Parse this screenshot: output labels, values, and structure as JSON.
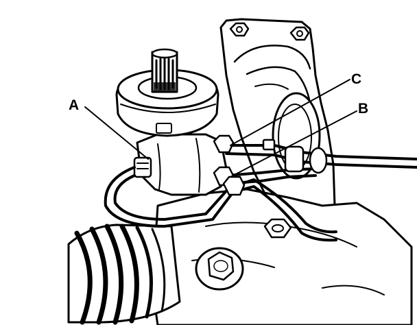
{
  "diagram": {
    "callouts": [
      {
        "id": "A",
        "label": "A"
      },
      {
        "id": "B",
        "label": "B"
      },
      {
        "id": "C",
        "label": "C"
      }
    ],
    "colors": {
      "ink": "#000000",
      "paper": "#ffffff"
    }
  }
}
